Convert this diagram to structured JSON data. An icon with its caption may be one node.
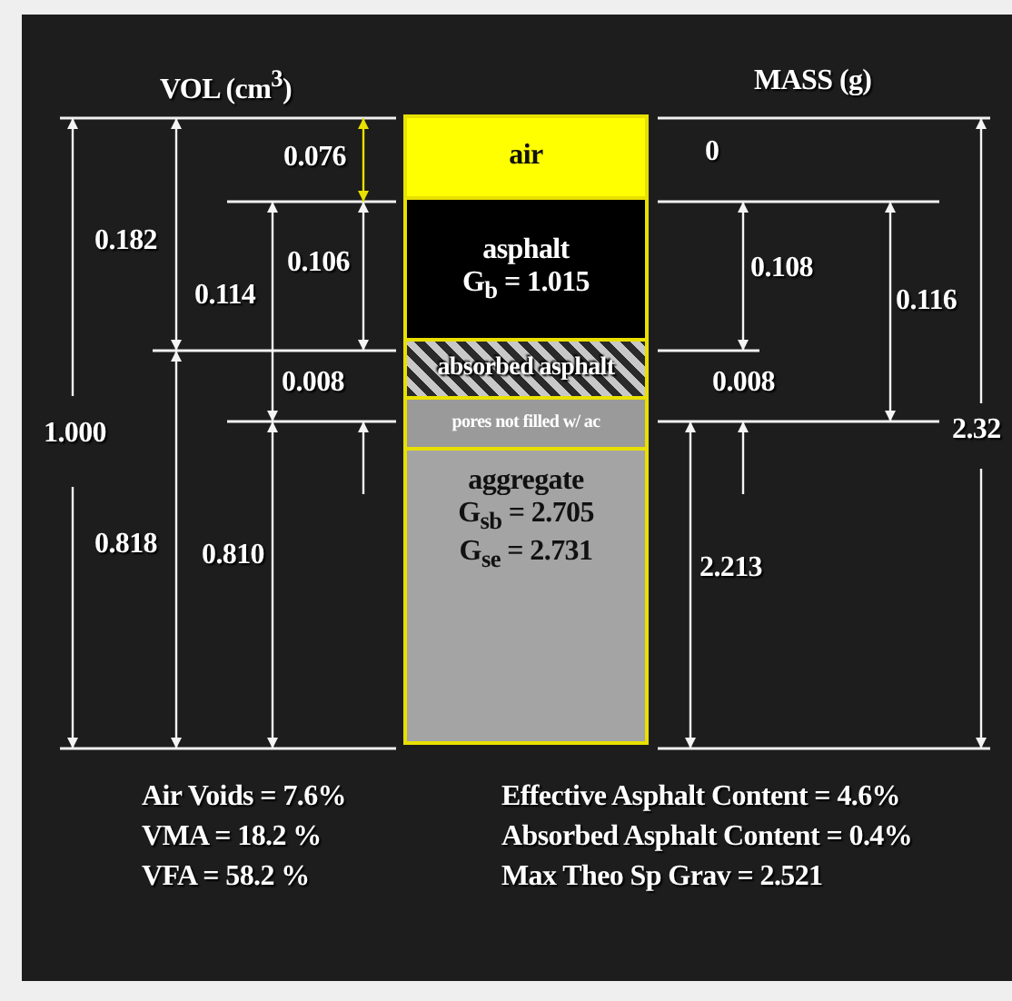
{
  "diagram": {
    "nodes": [
      {
        "text": [
          "air"
        ]
      },
      {
        "text": [
          "asphalt",
          "G$_{b}$ = 1.015"
        ]
      },
      {
        "text": [
          "absorbed asphalt"
        ]
      },
      {
        "text": [
          "pores not filled w/ ac"
        ]
      },
      {
        "text": [
          "aggregate",
          "G$_{sb}$ = 2.705",
          "G$_{se}$ = 2.731"
        ]
      }
    ],
    "edges": [],
    "labels": [
      "VOL (cm$^{3}$)",
      "MASS (g)",
      "0.076",
      "0",
      "0.182",
      "0.106",
      "0.108",
      "0.114",
      "0.116",
      "0.008",
      "0.008",
      "1.000",
      "2.32",
      "0.818",
      "0.810",
      "2.213",
      "Air Voids = 7.6%",
      "Effective Asphalt Content = 4.6%",
      "VMA = 18.2 %",
      "Absorbed Asphalt Content = 0.4%",
      "VFA = 58.2 %",
      "Max Theo Sp Grav = 2.521"
    ]
  }
}
